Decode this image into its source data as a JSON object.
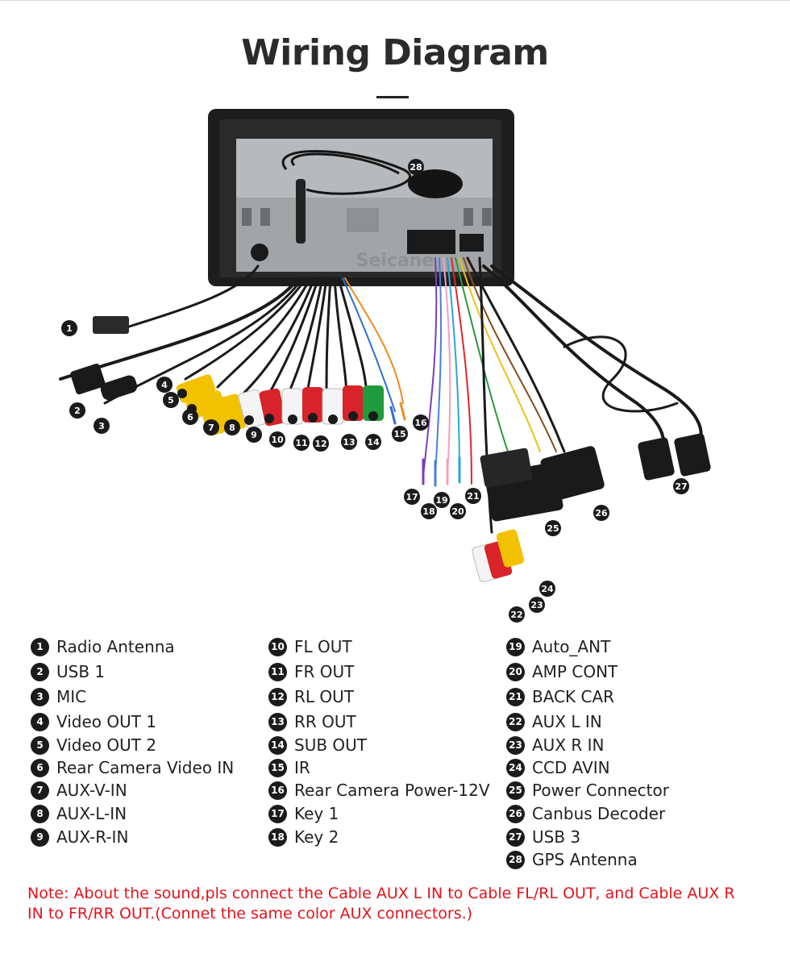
{
  "title": "Wiring Diagram",
  "watermark": "Seicane",
  "colors": {
    "badge": "#1b1b1b",
    "note": "#e4131b",
    "rca_yellow": "#f2c200",
    "rca_red": "#d8232a",
    "rca_white": "#f4f4f4",
    "rca_green": "#1f9a3c"
  },
  "legend": {
    "col1": [
      {
        "num": "1",
        "label": "Radio Antenna"
      },
      {
        "num": "2",
        "label": "USB 1"
      },
      {
        "num": "3",
        "label": "MIC"
      },
      {
        "num": "4",
        "label": "Video OUT 1"
      },
      {
        "num": "5",
        "label": "Video OUT 2"
      },
      {
        "num": "6",
        "label": "Rear Camera Video IN"
      },
      {
        "num": "7",
        "label": "AUX-V-IN"
      },
      {
        "num": "8",
        "label": "AUX-L-IN"
      },
      {
        "num": "9",
        "label": "AUX-R-IN"
      }
    ],
    "col2": [
      {
        "num": "10",
        "label": "FL OUT"
      },
      {
        "num": "11",
        "label": "FR OUT"
      },
      {
        "num": "12",
        "label": "RL OUT"
      },
      {
        "num": "13",
        "label": "RR OUT"
      },
      {
        "num": "14",
        "label": "SUB OUT"
      },
      {
        "num": "15",
        "label": "IR"
      },
      {
        "num": "16",
        "label": "Rear Camera Power-12V"
      },
      {
        "num": "17",
        "label": "Key 1"
      },
      {
        "num": "18",
        "label": "Key 2"
      }
    ],
    "col3": [
      {
        "num": "19",
        "label": "Auto_ANT"
      },
      {
        "num": "20",
        "label": "AMP CONT"
      },
      {
        "num": "21",
        "label": "BACK CAR"
      },
      {
        "num": "22",
        "label": "AUX L IN"
      },
      {
        "num": "23",
        "label": "AUX R IN"
      },
      {
        "num": "24",
        "label": "CCD AVIN"
      },
      {
        "num": "25",
        "label": "Power Connector"
      },
      {
        "num": "26",
        "label": "Canbus Decoder"
      },
      {
        "num": "27",
        "label": "USB 3"
      },
      {
        "num": "28",
        "label": "GPS Antenna"
      }
    ]
  },
  "callouts": [
    "1",
    "2",
    "3",
    "4",
    "5",
    "6",
    "7",
    "8",
    "9",
    "10",
    "11",
    "12",
    "13",
    "14",
    "15",
    "16",
    "17",
    "18",
    "19",
    "20",
    "21",
    "22",
    "23",
    "24",
    "25",
    "26",
    "27",
    "28"
  ],
  "note": "Note: About the sound,pls connect the Cable AUX L IN to Cable FL/RL OUT, and Cable AUX R IN to  FR/RR OUT.(Connet the same color AUX connectors.)"
}
